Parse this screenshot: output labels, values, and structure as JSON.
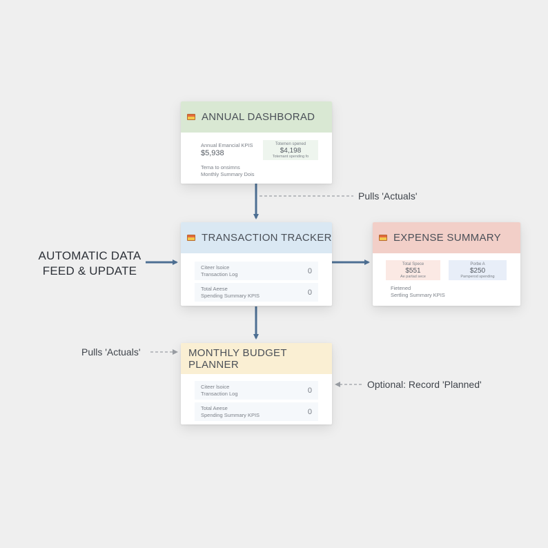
{
  "feed_label": {
    "line1": "AUTOMATIC DATA",
    "line2": "FEED & UPDATE"
  },
  "annual_dashboard": {
    "title": "ANNUAL DASHBORAD",
    "kpi_label": "Annual Emancial KPIS",
    "kpi_value": "$5,938",
    "box_caption": "Totemen spened",
    "box_value": "$4,198",
    "box_sub": "Totemant spending fo",
    "footer_line1": "Tema to onsimns",
    "footer_line2": "Monthly Summary Dois",
    "colors": {
      "header": "#d9e8d3",
      "box": "#eef5ee"
    }
  },
  "transaction_tracker": {
    "title": "TRANSACTION TRACKER",
    "rows": [
      {
        "line1": "Citeer lsoice",
        "line2": "Transaction Log",
        "count": "0"
      },
      {
        "line1": "Total Aeese",
        "line2": "Spending Summary KPIS",
        "count": "0"
      }
    ],
    "colors": {
      "header": "#dae8f3"
    }
  },
  "expense_summary": {
    "title": "EXPENSE SUMMARY",
    "box1_caption": "Total Spece",
    "box1_value": "$551",
    "box1_sub": "Ae partad sece",
    "box2_caption": "Porbe A",
    "box2_value": "$250",
    "box2_sub": "Pamperod spending",
    "footer_line1": "Fietened",
    "footer_line2": "Sertling Summary KPIS",
    "colors": {
      "header": "#f2cfc8",
      "box1": "#fbe9e4",
      "box2": "#e8eef8"
    }
  },
  "monthly_budget": {
    "title": "MONTHLY BUDGET PLANNER",
    "rows": [
      {
        "line1": "Citeer lsoice",
        "line2": "Transaction Log",
        "count": "0"
      },
      {
        "line1": "Total Aeese",
        "line2": "Spending Summary KPIS",
        "count": "0"
      }
    ],
    "colors": {
      "header": "#faefd3"
    }
  },
  "annotations": {
    "pulls_actuals_right": "Pulls 'Actuals'",
    "pulls_actuals_left": "Pulls 'Actuals'",
    "optional_planned": "Optional: Record 'Planned'"
  },
  "colors": {
    "arrow": "#4d6f93",
    "dashed": "#9a9ea4"
  }
}
